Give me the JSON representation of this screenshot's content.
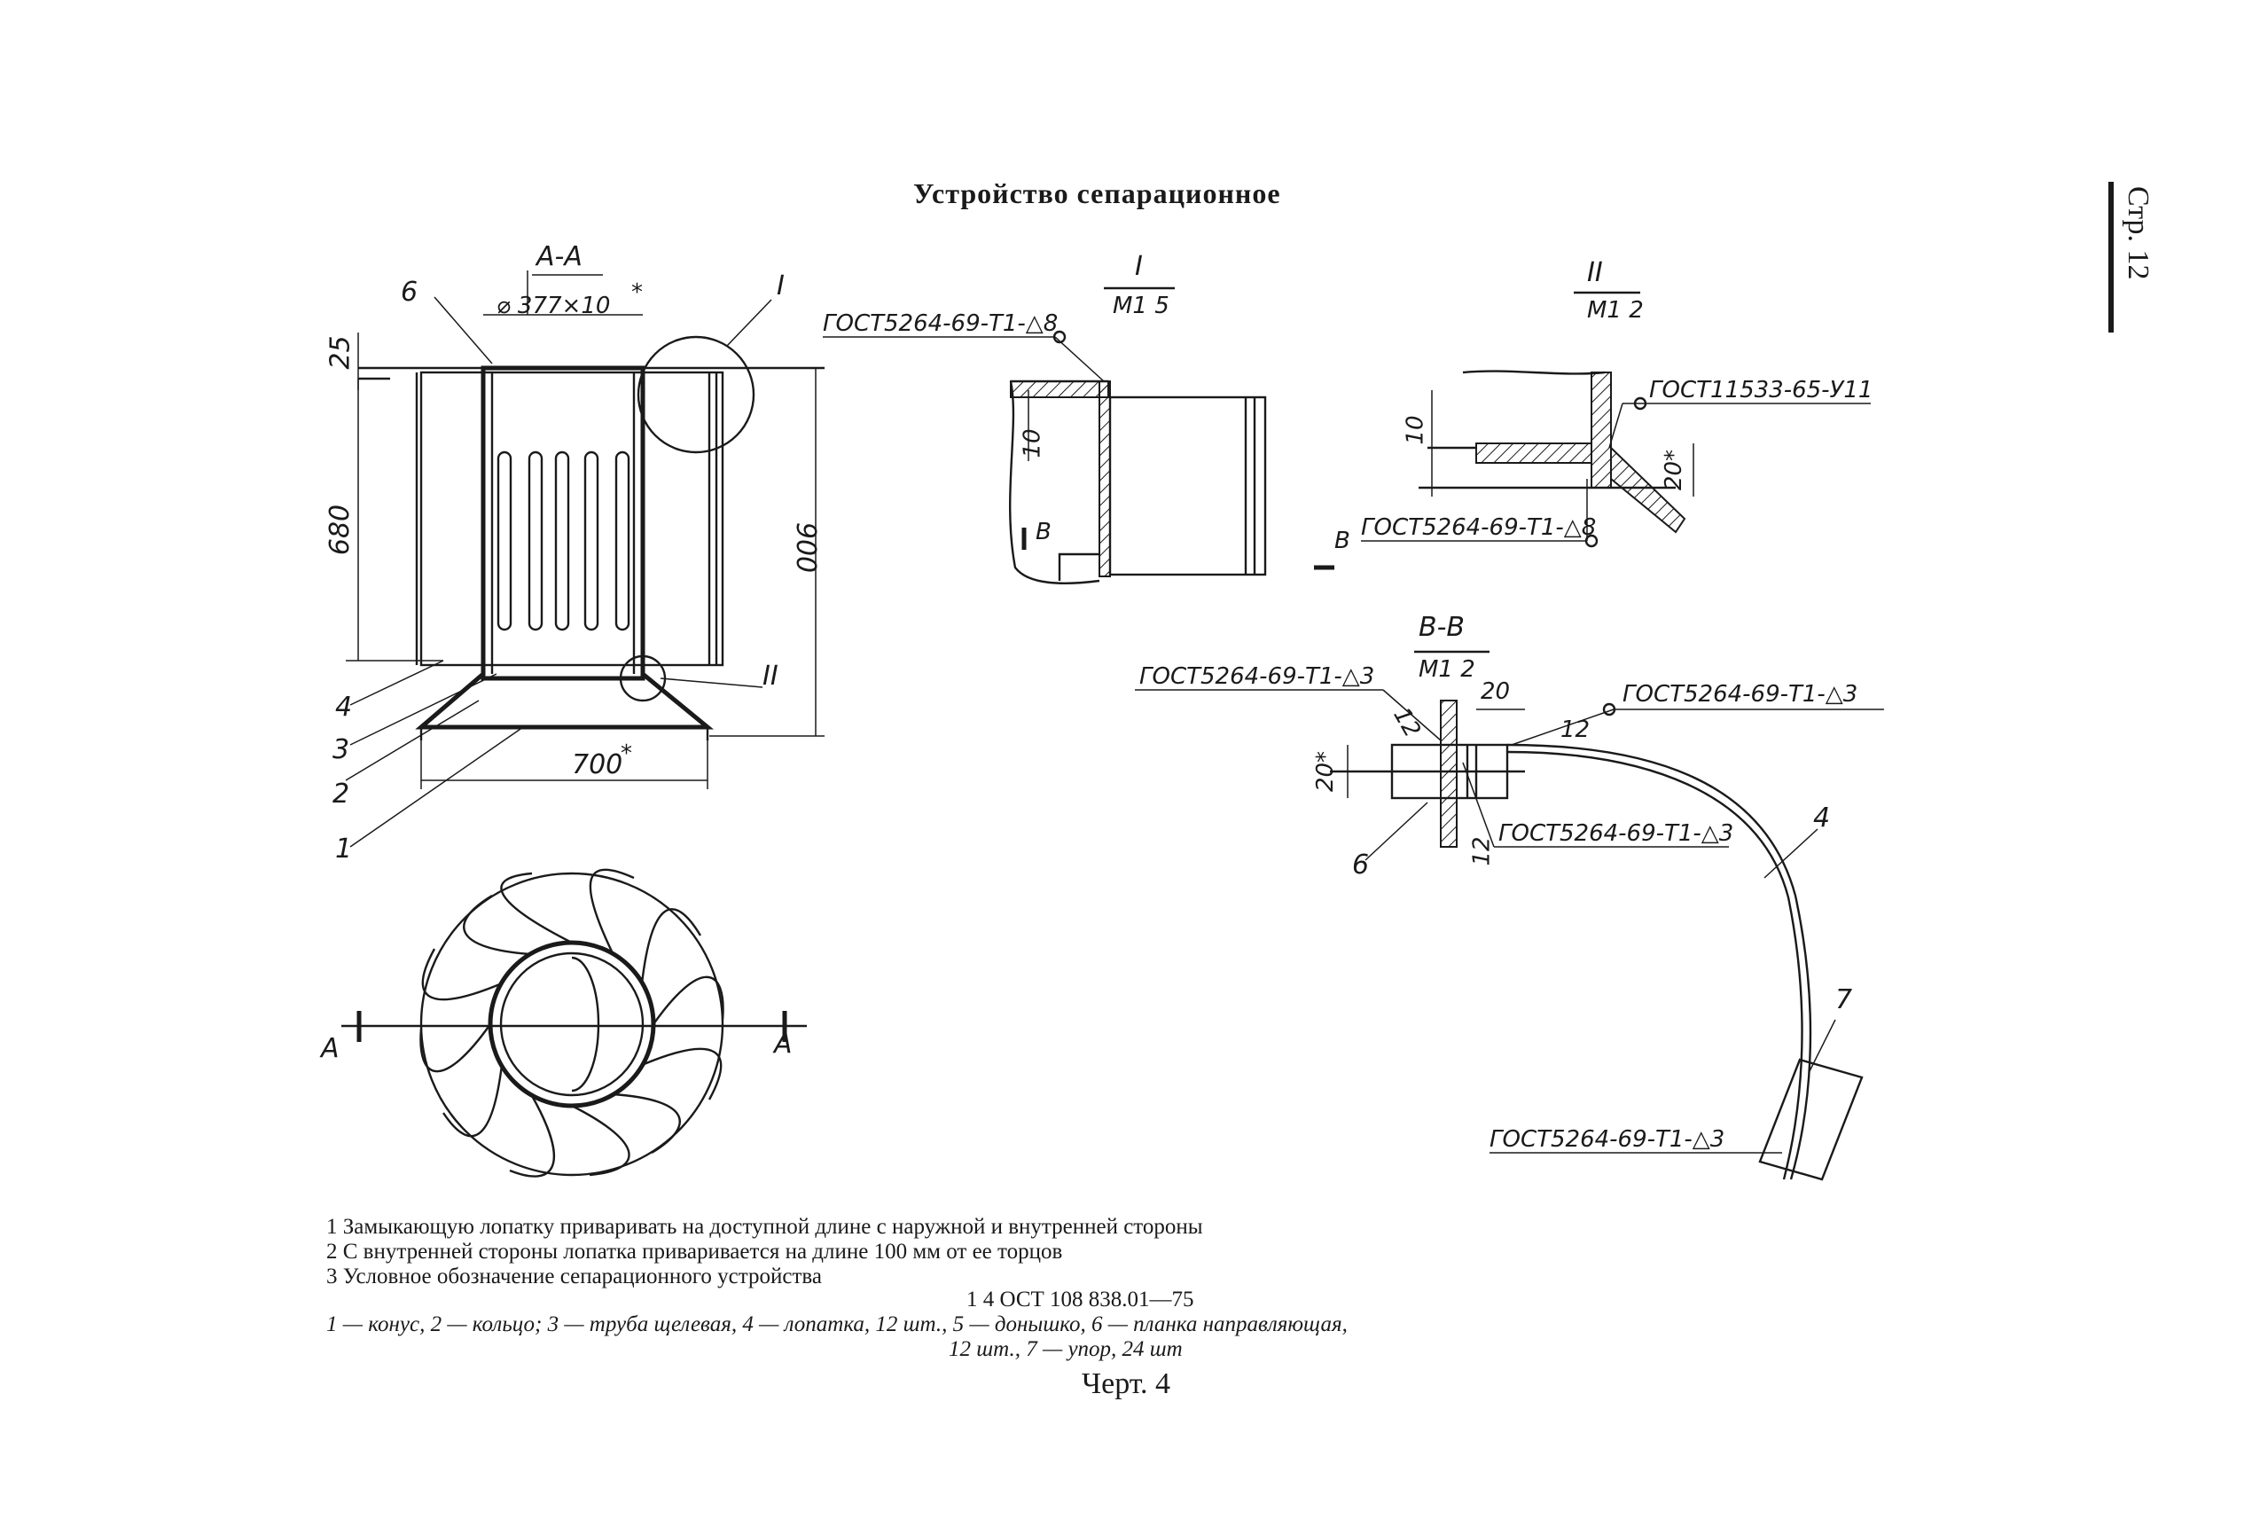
{
  "document": {
    "title": "Устройство сепарационное",
    "page_label": "Стр. 12",
    "caption": "Черт. 4"
  },
  "views": {
    "section_aa": {
      "title": "А-А",
      "diameter": "⌀ 377×10",
      "star": "*",
      "dim_top": "25",
      "dim_left": "680",
      "dim_right": "900",
      "dim_bottom": "700",
      "callouts": [
        "6",
        "4",
        "3",
        "2",
        "1"
      ],
      "detail_i": "I",
      "detail_ii": "II"
    },
    "plan": {
      "section_left": "А",
      "section_right": "А"
    },
    "detail_i": {
      "title": "I",
      "scale": "М1 5",
      "weld": "ГОСТ5264-69-Т1-△8",
      "dim": "10",
      "section": "В"
    },
    "detail_ii": {
      "title": "II",
      "scale": "М1 2",
      "weld_top": "ГОСТ11533-65-У11",
      "weld_bottom": "ГОСТ5264-69-Т1-△8",
      "dim_left": "10",
      "dim_right": "20*",
      "section": "В"
    },
    "section_bb": {
      "title": "В-В",
      "scale": "М1 2",
      "weld_left": "ГОСТ5264-69-Т1-△3",
      "weld_right": "ГОСТ5264-69-Т1-△3",
      "weld_mid": "ГОСТ5264-69-Т1-△3",
      "weld_bottom": "ГОСТ5264-69-Т1-△3",
      "dim_20_top": "20",
      "dim_12_left": "12",
      "dim_12_right": "12",
      "dim_12_low": "12",
      "dim_20_side": "20*",
      "callout_6": "6",
      "callout_4": "4",
      "callout_7": "7"
    }
  },
  "notes": [
    "1 Замыкающую лопатку приваривать на доступной длине с наружной и внутренней стороны",
    "2 С внутренней стороны лопатка приваривается на длине 100 мм от ее торцов",
    "3 Условное обозначение сепарационного устройства"
  ],
  "designation": "1 4 ОСТ 108 838.01—75",
  "legend": [
    "1 — конус, 2 — кольцо; 3 — труба щелевая, 4 — лопатка, 12 шт., 5 — донышко, 6 — планка направляющая,",
    "12 шт., 7 — упор, 24 шт"
  ]
}
